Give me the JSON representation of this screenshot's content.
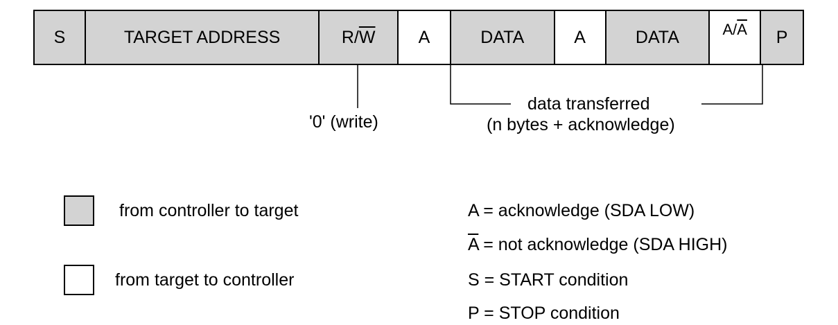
{
  "frame": {
    "cells": [
      {
        "label": "S",
        "direction": "controller"
      },
      {
        "label": "TARGET ADDRESS",
        "direction": "controller"
      },
      {
        "label_pre": "R/",
        "label_overline": "W",
        "direction": "controller"
      },
      {
        "label": "A",
        "direction": "target"
      },
      {
        "label": "DATA",
        "direction": "controller"
      },
      {
        "label": "A",
        "direction": "target"
      },
      {
        "label": "DATA",
        "direction": "controller"
      },
      {
        "label_pre": "A/",
        "label_overline": "A",
        "direction": "target"
      },
      {
        "label": "P",
        "direction": "controller"
      }
    ]
  },
  "annotations": {
    "write_bit": "'0' (write)",
    "data_line1": "data transferred",
    "data_line2": "(n bytes + acknowledge)"
  },
  "legend": {
    "controller_to_target": "from controller to target",
    "target_to_controller": "from target to controller",
    "controller_color": "#d3d3d3",
    "target_color": "#ffffff"
  },
  "definitions": {
    "ack": "A = acknowledge (SDA LOW)",
    "nack_symbol": "A",
    "nack_rest": " = not acknowledge (SDA HIGH)",
    "start": "S = START condition",
    "stop": "P = STOP condition"
  }
}
